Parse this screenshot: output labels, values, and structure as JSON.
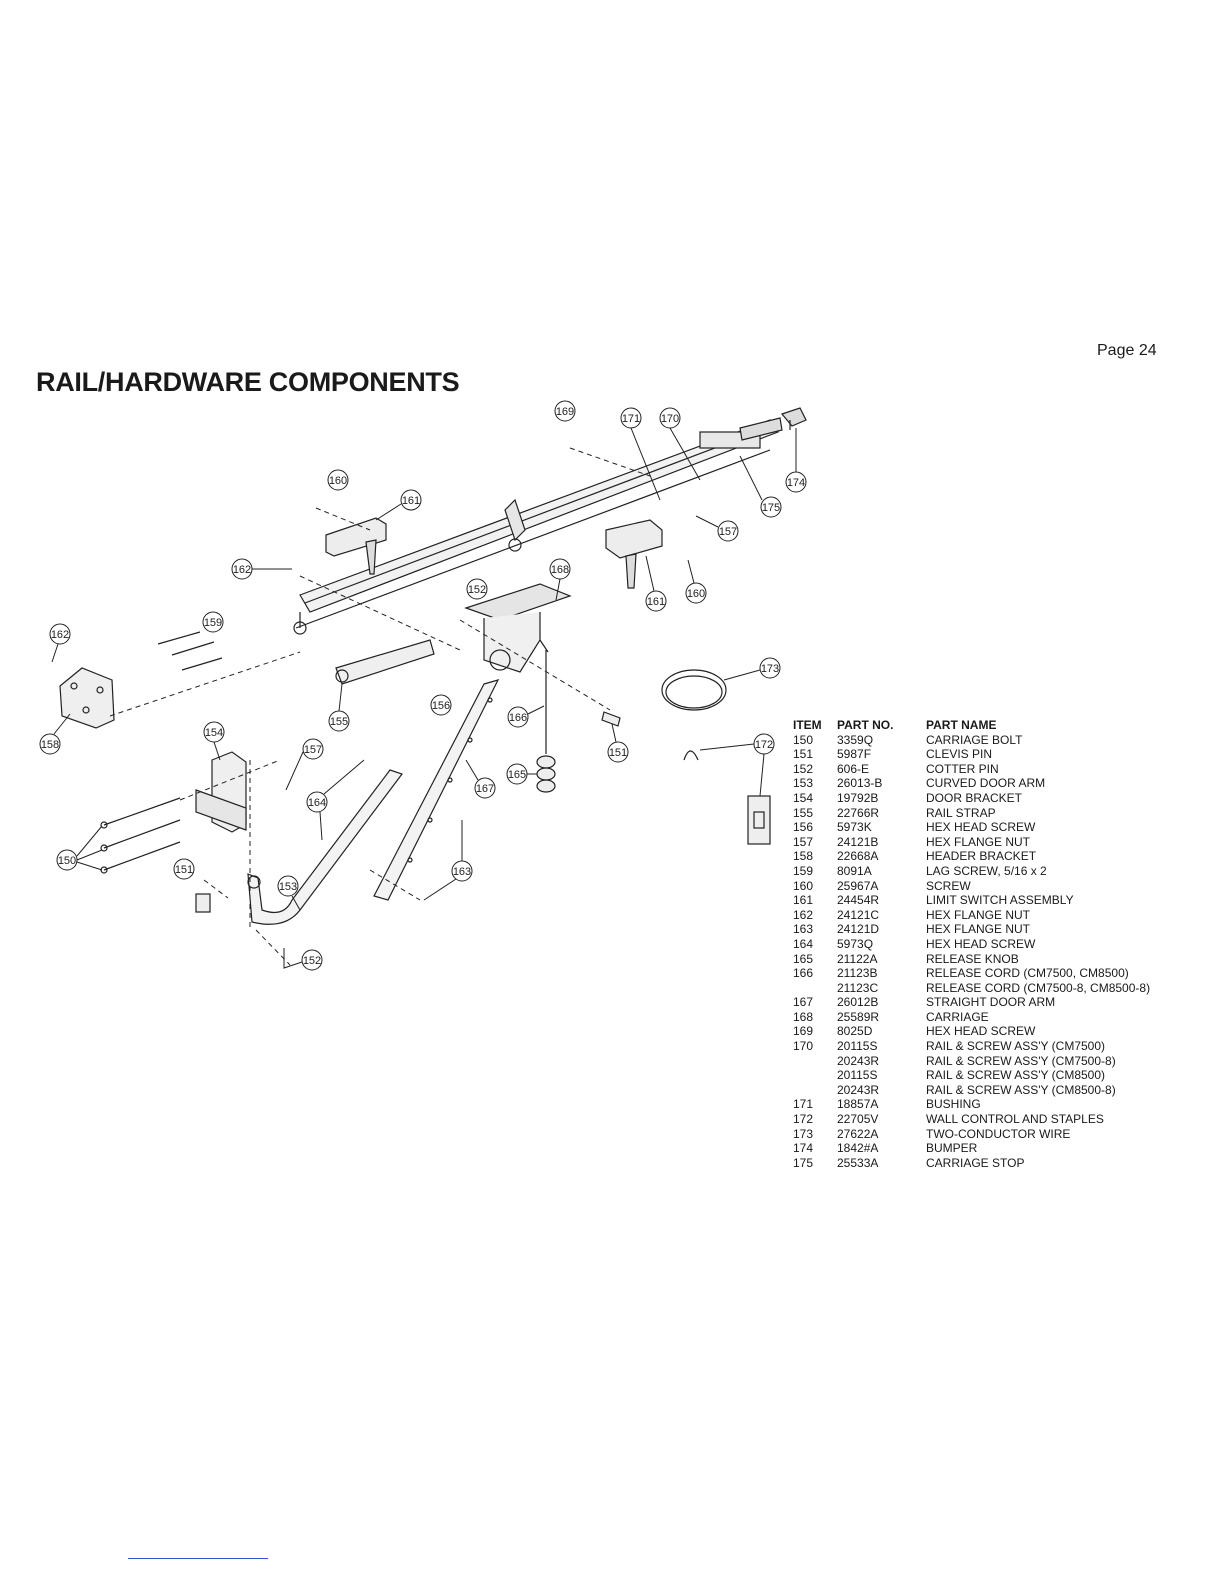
{
  "page": {
    "number_label": "Page 24",
    "title": "RAIL/HARDWARE COMPONENTS"
  },
  "callouts": [
    {
      "label": "169"
    },
    {
      "label": "171"
    },
    {
      "label": "170"
    },
    {
      "label": "174"
    },
    {
      "label": "175"
    },
    {
      "label": "160"
    },
    {
      "label": "161"
    },
    {
      "label": "157"
    },
    {
      "label": "161"
    },
    {
      "label": "160"
    },
    {
      "label": "162"
    },
    {
      "label": "152"
    },
    {
      "label": "168"
    },
    {
      "label": "159"
    },
    {
      "label": "162"
    },
    {
      "label": "173"
    },
    {
      "label": "155"
    },
    {
      "label": "156"
    },
    {
      "label": "158"
    },
    {
      "label": "166"
    },
    {
      "label": "151"
    },
    {
      "label": "172"
    },
    {
      "label": "154"
    },
    {
      "label": "157"
    },
    {
      "label": "164"
    },
    {
      "label": "165"
    },
    {
      "label": "167"
    },
    {
      "label": "150"
    },
    {
      "label": "163"
    },
    {
      "label": "151"
    },
    {
      "label": "153"
    },
    {
      "label": "152"
    }
  ],
  "parts_table": {
    "headers": {
      "item": "ITEM",
      "part_no": "PART NO.",
      "part_name": "PART NAME"
    },
    "rows": [
      {
        "item": "150",
        "part_no": "3359Q",
        "part_name": "CARRIAGE BOLT"
      },
      {
        "item": "151",
        "part_no": "5987F",
        "part_name": "CLEVIS PIN"
      },
      {
        "item": "152",
        "part_no": "606-E",
        "part_name": "COTTER PIN"
      },
      {
        "item": "153",
        "part_no": "26013-B",
        "part_name": "CURVED DOOR ARM"
      },
      {
        "item": "154",
        "part_no": "19792B",
        "part_name": "DOOR BRACKET"
      },
      {
        "item": "155",
        "part_no": "22766R",
        "part_name": "RAIL STRAP"
      },
      {
        "item": "156",
        "part_no": "5973K",
        "part_name": "HEX HEAD SCREW"
      },
      {
        "item": "157",
        "part_no": "24121B",
        "part_name": "HEX FLANGE NUT"
      },
      {
        "item": "158",
        "part_no": "22668A",
        "part_name": "HEADER BRACKET"
      },
      {
        "item": "159",
        "part_no": "8091A",
        "part_name": "LAG SCREW, 5/16 x 2"
      },
      {
        "item": "160",
        "part_no": "25967A",
        "part_name": "SCREW"
      },
      {
        "item": "161",
        "part_no": "24454R",
        "part_name": "LIMIT SWITCH ASSEMBLY"
      },
      {
        "item": "162",
        "part_no": "24121C",
        "part_name": "HEX FLANGE NUT"
      },
      {
        "item": "163",
        "part_no": "24121D",
        "part_name": "HEX FLANGE NUT"
      },
      {
        "item": "164",
        "part_no": "5973Q",
        "part_name": "HEX HEAD SCREW"
      },
      {
        "item": "165",
        "part_no": "21122A",
        "part_name": "RELEASE KNOB"
      },
      {
        "item": "166",
        "part_no": "21123B",
        "part_name": "RELEASE CORD (CM7500, CM8500)"
      },
      {
        "item": "",
        "part_no": "21123C",
        "part_name": "RELEASE CORD (CM7500-8, CM8500-8)"
      },
      {
        "item": "167",
        "part_no": "26012B",
        "part_name": "STRAIGHT DOOR ARM"
      },
      {
        "item": "168",
        "part_no": "25589R",
        "part_name": "CARRIAGE"
      },
      {
        "item": "169",
        "part_no": "8025D",
        "part_name": "HEX HEAD SCREW"
      },
      {
        "item": "170",
        "part_no": "20115S",
        "part_name": "RAIL & SCREW ASS'Y (CM7500)"
      },
      {
        "item": "",
        "part_no": "20243R",
        "part_name": "RAIL & SCREW ASS'Y (CM7500-8)"
      },
      {
        "item": "",
        "part_no": "20115S",
        "part_name": "RAIL & SCREW ASS'Y (CM8500)"
      },
      {
        "item": "",
        "part_no": "20243R",
        "part_name": "RAIL & SCREW ASS'Y (CM8500-8)"
      },
      {
        "item": "171",
        "part_no": "18857A",
        "part_name": "BUSHING"
      },
      {
        "item": "172",
        "part_no": "22705V",
        "part_name": "WALL CONTROL AND STAPLES"
      },
      {
        "item": "173",
        "part_no": "27622A",
        "part_name": "TWO-CONDUCTOR WIRE"
      },
      {
        "item": "174",
        "part_no": "1842#A",
        "part_name": "BUMPER"
      },
      {
        "item": "175",
        "part_no": "25533A",
        "part_name": "CARRIAGE STOP"
      }
    ]
  }
}
